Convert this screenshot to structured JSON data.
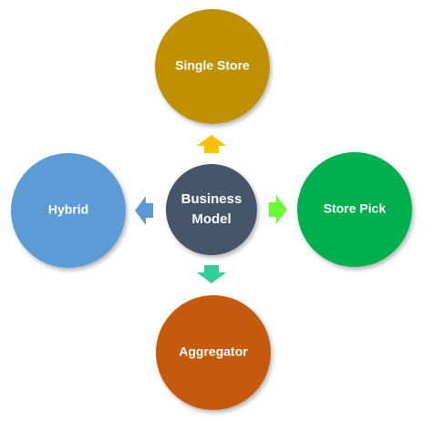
{
  "diagram": {
    "center": {
      "label_line1": "Business",
      "label_line2": "Model",
      "color": "#44546a"
    },
    "nodes": {
      "top": {
        "label": "Single Store",
        "color": "#bf9000"
      },
      "right": {
        "label": "Store Pick",
        "color": "#00b050"
      },
      "bottom": {
        "label": "Aggregator",
        "color": "#c55a11"
      },
      "left": {
        "label": "Hybrid",
        "color": "#5b9bd5"
      }
    },
    "arrows": {
      "up": {
        "color": "#ffc000",
        "direction": "up"
      },
      "right": {
        "color": "#66ff33",
        "direction": "right"
      },
      "down": {
        "color": "#33cc99",
        "direction": "down"
      },
      "left": {
        "color": "#5b9bd5",
        "direction": "left"
      }
    }
  }
}
